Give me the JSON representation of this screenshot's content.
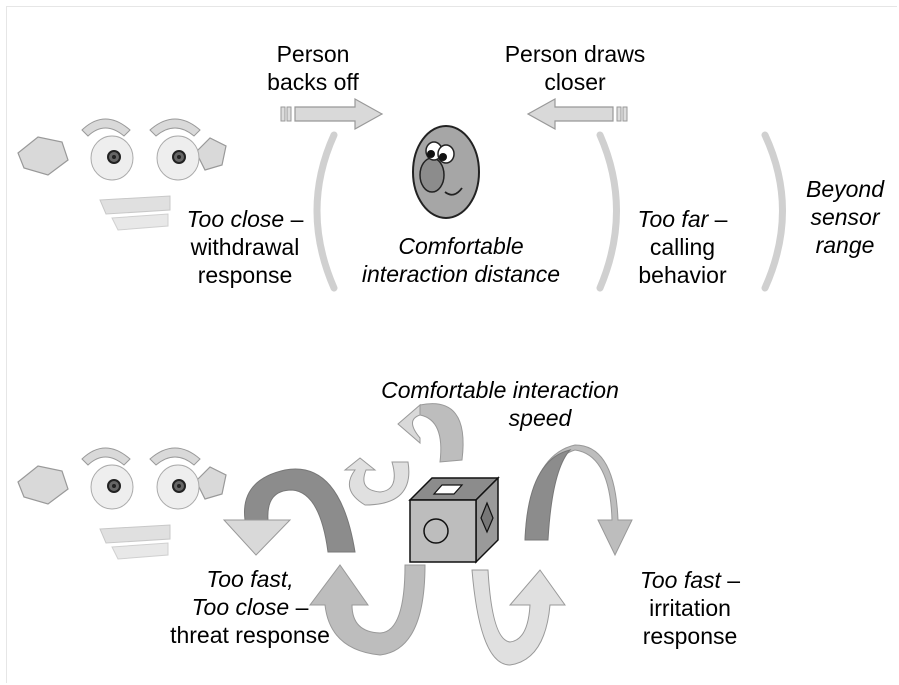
{
  "top": {
    "backs_off": [
      "Person",
      "backs off"
    ],
    "draws_closer": [
      "Person draws",
      "closer"
    ],
    "too_close": {
      "italic": "Too close",
      "rest": " –",
      "lines": [
        "withdrawal",
        "response"
      ]
    },
    "comfortable": [
      "Comfortable",
      "interaction distance"
    ],
    "too_far": {
      "italic": "Too far",
      "rest": " –",
      "lines": [
        "calling",
        "behavior"
      ]
    },
    "beyond": [
      "Beyond",
      "sensor",
      "range"
    ]
  },
  "bottom": {
    "comfortable_speed": [
      "Comfortable interaction",
      "speed"
    ],
    "too_fast_close": [
      "Too fast,",
      "Too close",
      "threat response"
    ],
    "too_fast_close_dash": " –",
    "too_fast": {
      "italic": "Too fast",
      "rest": " –",
      "lines": [
        "irritation",
        "response"
      ]
    }
  },
  "colors": {
    "light_gray": "#d9d9d9",
    "mid_gray": "#bfbfbf",
    "dark_gray": "#8c8c8c",
    "face_gray": "#a6a6a6"
  }
}
